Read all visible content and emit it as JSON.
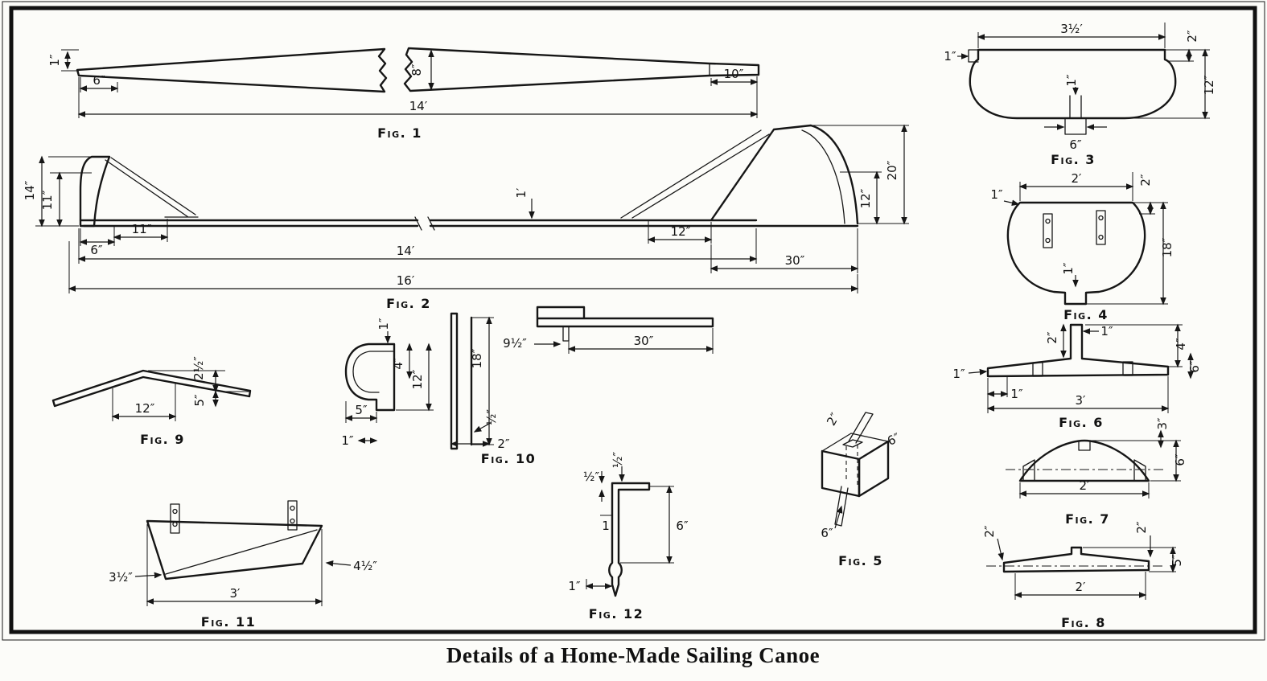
{
  "title": "Details of a Home-Made Sailing Canoe",
  "figures": {
    "fig1": {
      "label": "Fig. 1",
      "dims": {
        "tip_thickness": "1″",
        "butt_offset": "6″",
        "mid_width": "8″",
        "tip_offset": "10″",
        "overall_length": "14′"
      }
    },
    "fig2": {
      "label": "Fig. 2",
      "dims": {
        "bow_height": "14″",
        "bow_inner": "11″",
        "bow_offset": "6″",
        "bow_run": "11″",
        "depth": "1′",
        "stern_run": "12″",
        "stern_inner": "12″",
        "stern_height": "20″",
        "hull_length": "14′",
        "stern_overhang": "30″",
        "overall_length": "16′"
      }
    },
    "fig3": {
      "label": "Fig. 3",
      "dims": {
        "end_notch": "1″",
        "length": "3½′",
        "end_depth": "2″",
        "width": "12″",
        "slot": "1″",
        "tab": "6″"
      }
    },
    "fig4": {
      "label": "Fig. 4",
      "dims": {
        "end_notch": "1″",
        "length": "2′",
        "end_depth": "2″",
        "depth": "18″",
        "tab": "1″"
      }
    },
    "fig5": {
      "label": "Fig. 5",
      "dims": {
        "tenon": "2″",
        "width": "6″",
        "height": "6″"
      }
    },
    "fig6": {
      "label": "Fig. 6",
      "dims": {
        "post_height": "2″",
        "post_width": "1″",
        "drop": "4″",
        "tip": "1″",
        "inner": "1″",
        "span": "3′",
        "depth": "6″"
      }
    },
    "fig7": {
      "label": "Fig. 7",
      "dims": {
        "rise": "3″",
        "depth": "6″",
        "span": "2′"
      }
    },
    "fig8": {
      "label": "Fig. 8",
      "dims": {
        "left_depth": "2″",
        "right_depth": "2″",
        "depth": "5″",
        "span": "2′"
      }
    },
    "fig9": {
      "label": "Fig. 9",
      "dims": {
        "rise": "2½″",
        "drop": "5″",
        "half_span": "12″"
      }
    },
    "fig10": {
      "label": "Fig. 10",
      "dims": {
        "lip": "1″",
        "nose_depth": "4″",
        "side_depth": "12″",
        "plank": "18″",
        "bracket_width": "9½″",
        "bracket_length": "30″",
        "nose_width": "5″",
        "edge": "1″",
        "thickness": "½″",
        "width": "2″"
      }
    },
    "fig11": {
      "label": "Fig. 11",
      "dims": {
        "left_depth": "3½″",
        "span": "3′",
        "right_depth": "4½″"
      }
    },
    "fig12": {
      "label": "Fig. 12",
      "dims": {
        "arm_width": "½″",
        "arm_thickness": "½″",
        "mark": "1",
        "shank": "6″",
        "tip": "1″"
      }
    }
  }
}
